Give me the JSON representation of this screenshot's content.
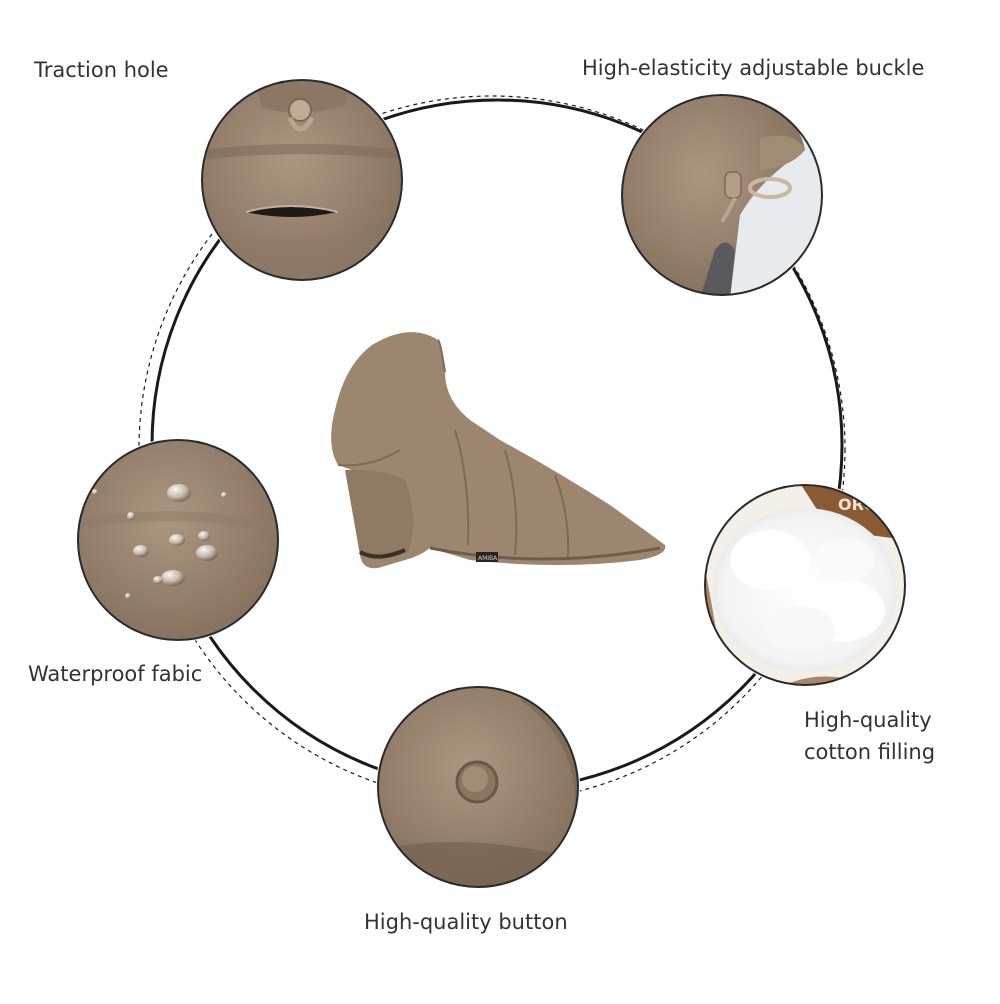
{
  "labels": {
    "traction_hole": "Traction hole",
    "buckle": "High-elasticity adjustable buckle",
    "waterproof": "Waterproof fabic",
    "cotton_line1": "High-quality",
    "cotton_line2": "cotton filling",
    "button": "High-quality button"
  },
  "jacket_tag": "AMIBA",
  "filling_tag": "ORO",
  "colors": {
    "fabric": "#9c8670",
    "fabric_dark": "#7d6a57",
    "fabric_light": "#b4a08a",
    "ring": "#1a1a1a",
    "text": "#333333"
  }
}
